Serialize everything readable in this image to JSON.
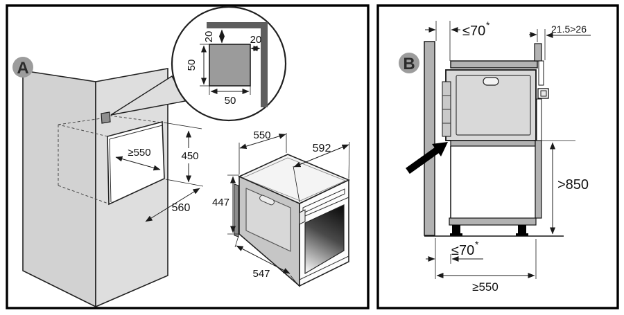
{
  "panel_a": {
    "badge_label": "A",
    "cutout_detail": {
      "top_offset": "20",
      "side_offset": "20",
      "height": "50",
      "width": "50"
    },
    "niche": {
      "width": "≥550",
      "height": "450",
      "depth": "560"
    },
    "oven": {
      "top_depth": "550",
      "front_width": "592",
      "height": "447",
      "depth": "547"
    }
  },
  "panel_b": {
    "badge_label": "B",
    "top_gap": {
      "value": "≤70",
      "note": "*"
    },
    "rear_gap": "21.5>26",
    "plinth_height": ">850",
    "bottom_gap": {
      "value": "≤70",
      "note": "*"
    },
    "cabinet_depth": "≥550"
  },
  "colors": {
    "panel_border": "#000000",
    "cabinet_left": "#d2d2d2",
    "cabinet_front": "#dedede",
    "steel_gray": "#b2b2b2",
    "badge_fill": "#9c9c9c",
    "vent_fill": "#8f8f8f",
    "detail_square": "#9b9b9b",
    "bracket": "#5e5e5e",
    "oven_side": "#c6c6c6",
    "oven_body_b": "#d9d9d9"
  }
}
